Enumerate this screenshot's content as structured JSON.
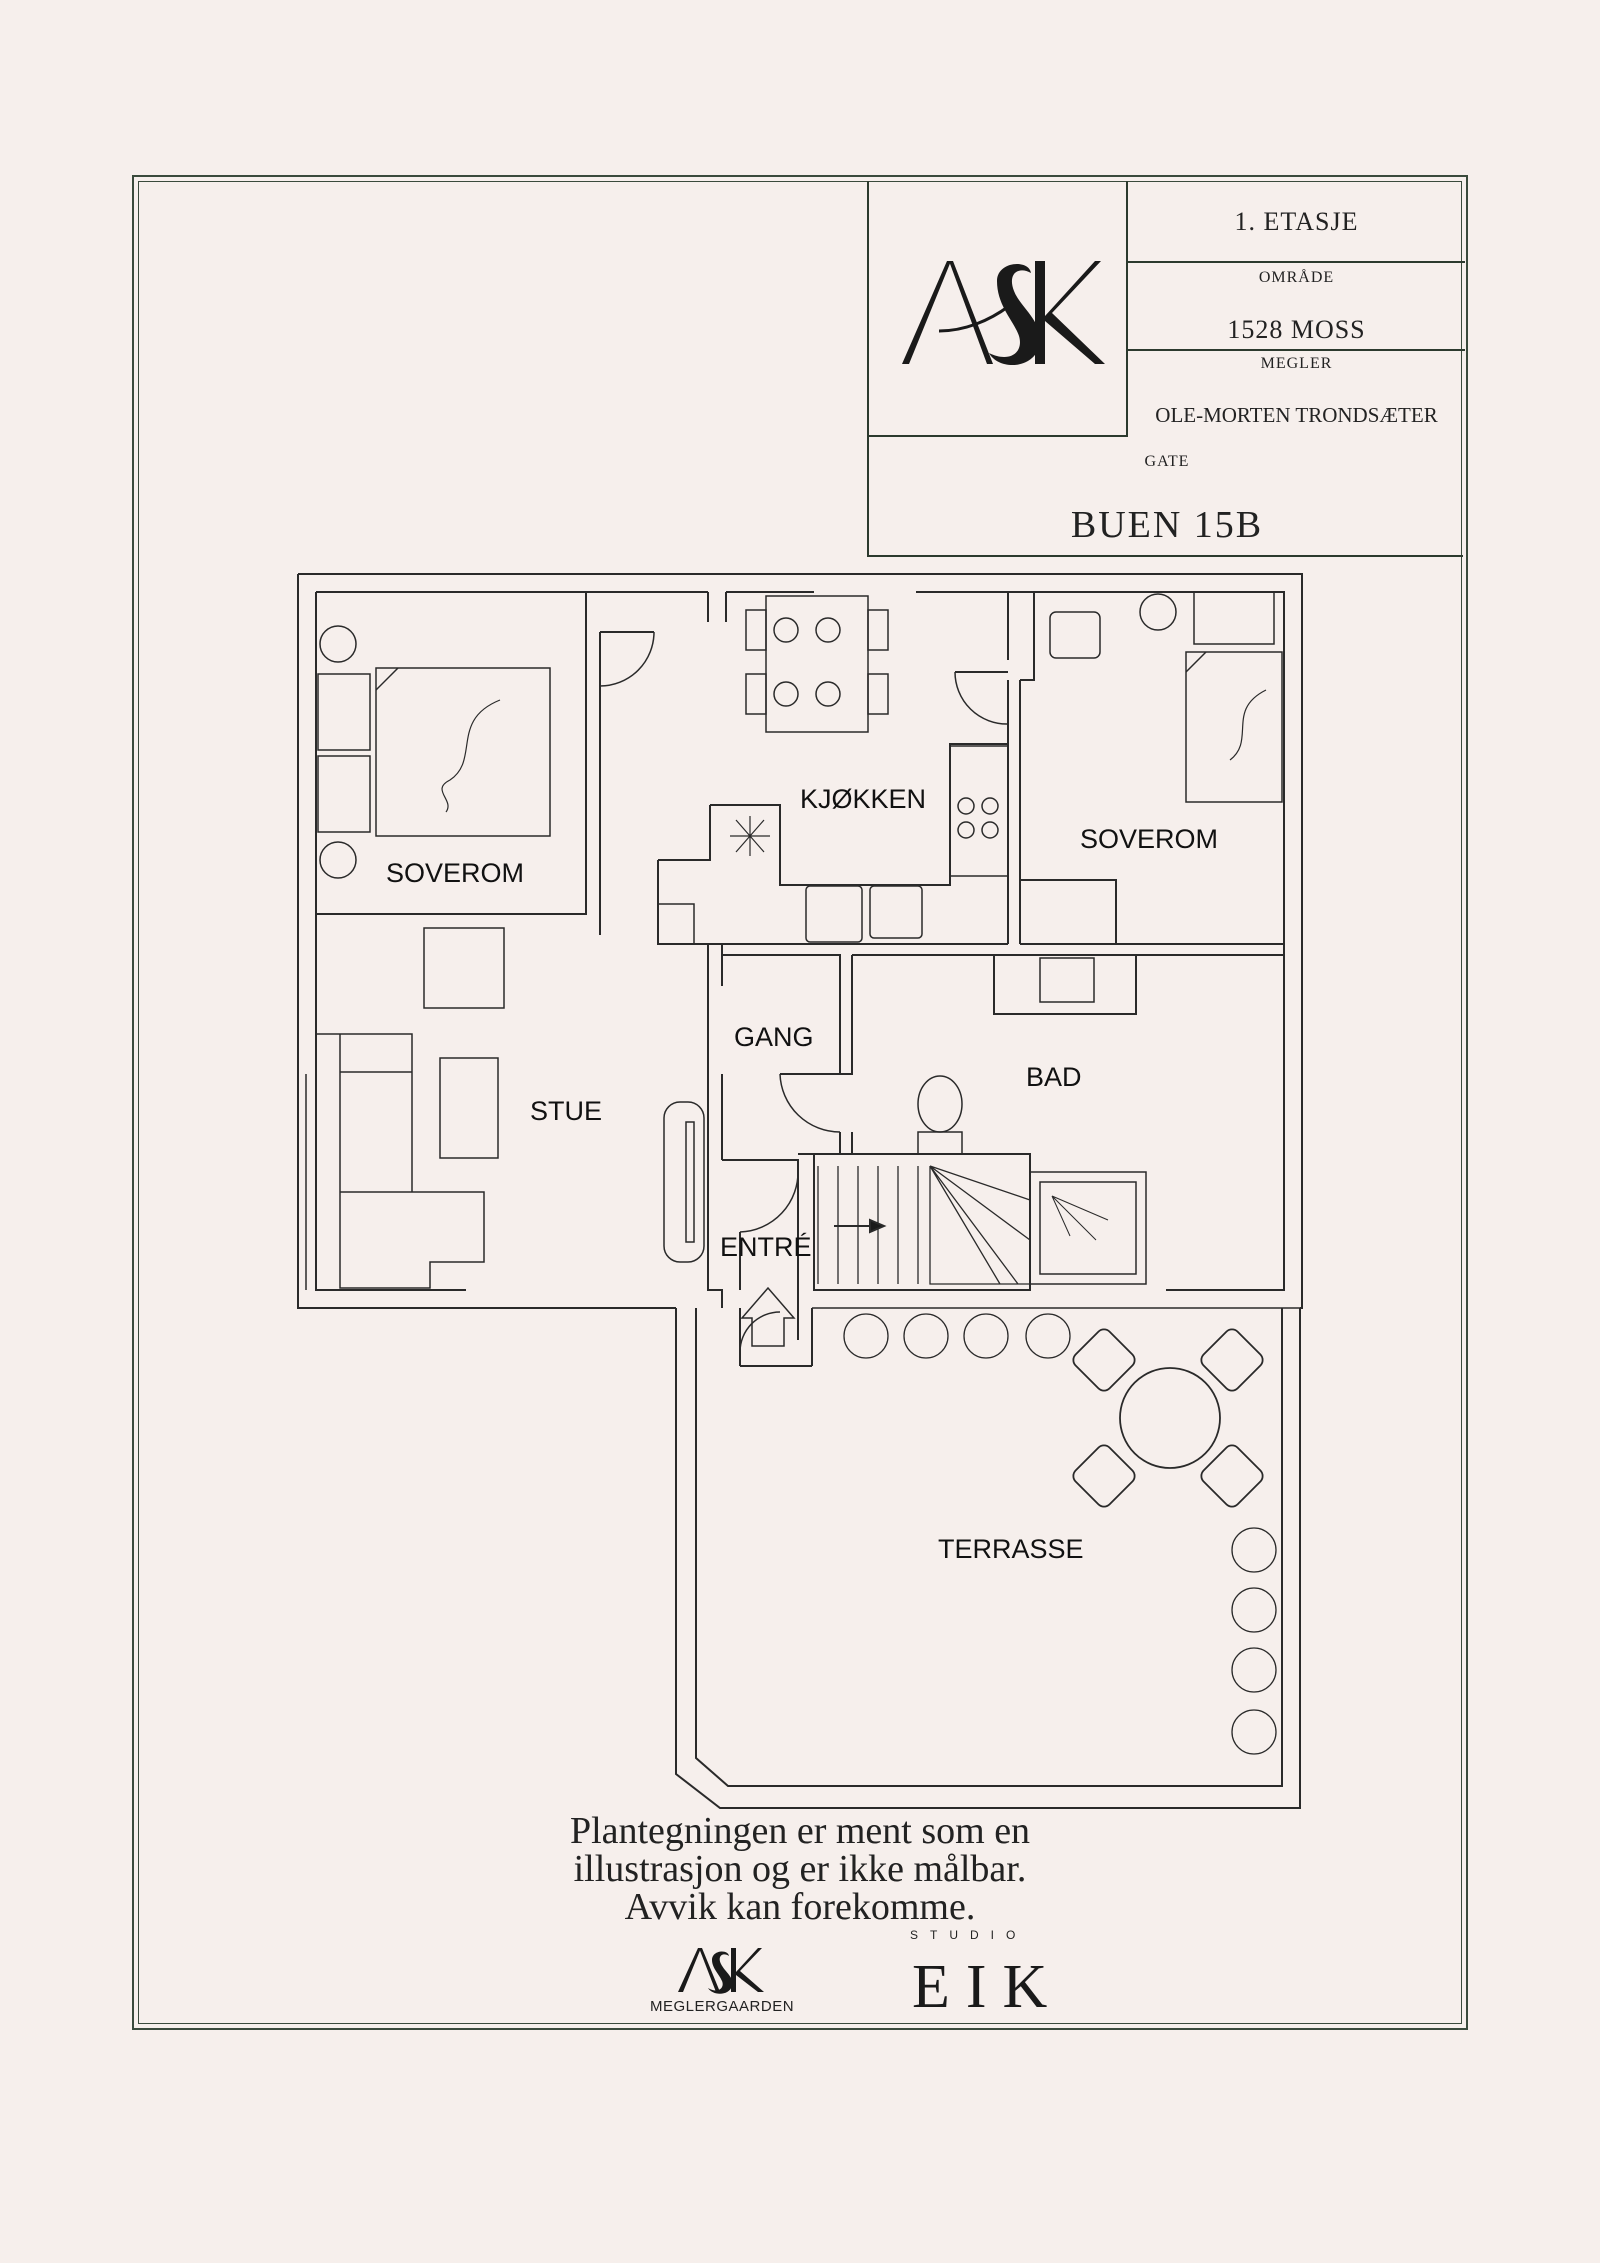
{
  "title_block": {
    "floor": "1. ETASJE",
    "area_label": "OMRÅDE",
    "area_value": "1528 MOSS",
    "broker_label": "MEGLER",
    "broker_value": "OLE-MORTEN TRONDSÆTER",
    "street_label": "GATE",
    "street_value": "BUEN 15B",
    "logo_text": "ASK"
  },
  "rooms": {
    "soverom_left": "SOVEROM",
    "kjokken": "KJØKKEN",
    "soverom_right": "SOVEROM",
    "gang": "GANG",
    "bad": "BAD",
    "stue": "STUE",
    "entre": "ENTRÉ",
    "terrasse": "TERRASSE"
  },
  "disclaimer": {
    "line1": "Plantegningen er ment som en",
    "line2": "illustrasjon og er ikke målbar.",
    "line3": "Avvik kan forekomme."
  },
  "footer": {
    "ask_logo": "ASK",
    "ask_sub": "MEGLERGAARDEN",
    "studio": "STUDIO",
    "eik": "EIK"
  }
}
